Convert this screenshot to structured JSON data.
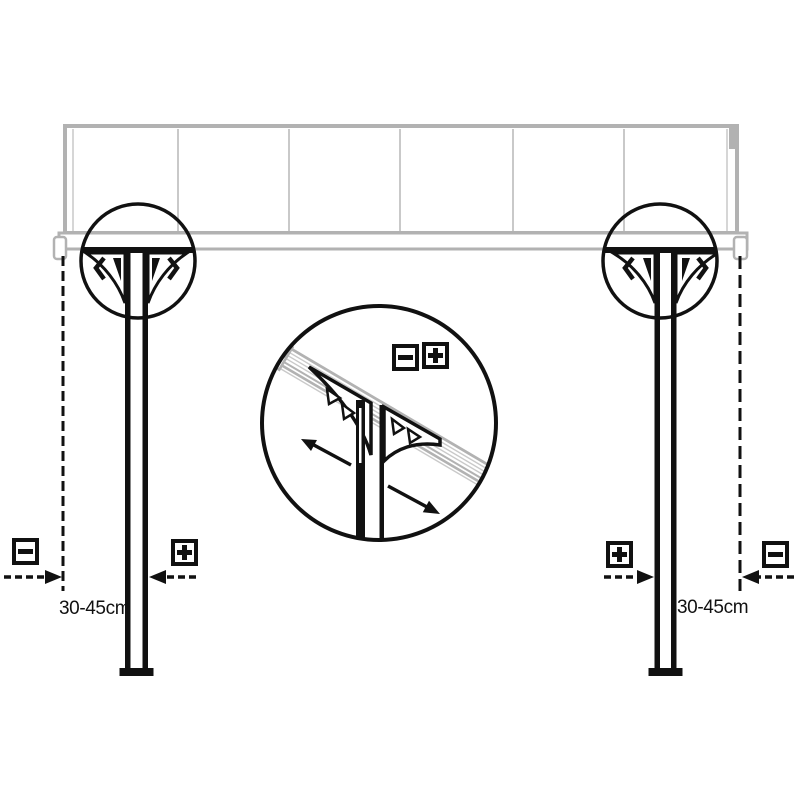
{
  "diagram": {
    "type": "installation-instruction",
    "subject": "canopy post positioning",
    "colors": {
      "background": "#ffffff",
      "outline_black": "#111111",
      "structure_gray": "#b2b2b2",
      "light_gray": "#c9c9c9"
    },
    "canopy": {
      "panel_count": 6
    },
    "dimension_left": {
      "label": "30-45cm",
      "outer_symbol": "minus",
      "inner_symbol": "plus"
    },
    "dimension_right": {
      "label": "30-45cm",
      "outer_symbol": "minus",
      "inner_symbol": "plus"
    },
    "detail_circle": {
      "symbols": [
        "minus",
        "plus"
      ],
      "arrow_directions": [
        "up-left",
        "down-right"
      ]
    }
  }
}
